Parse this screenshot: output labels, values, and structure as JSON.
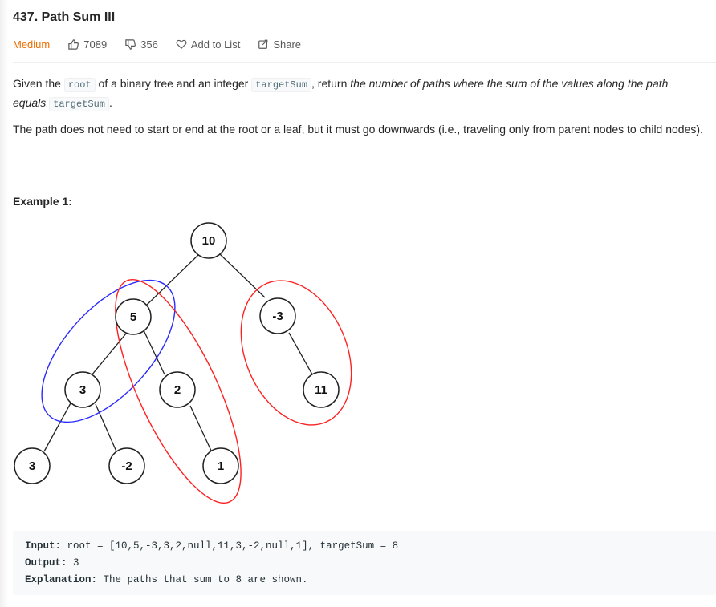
{
  "problem": {
    "title": "437. Path Sum III",
    "difficulty": "Medium",
    "likes": "7089",
    "dislikes": "356",
    "add_to_list": "Add to List",
    "share": "Share"
  },
  "description": {
    "p1_a": "Given the ",
    "p1_code1": "root",
    "p1_b": " of a binary tree and an integer ",
    "p1_code2": "targetSum",
    "p1_c": ", return ",
    "p1_em": "the number of paths where the sum of the values along the path equals",
    "p1_d": " ",
    "p1_code3": "targetSum",
    "p1_e": ".",
    "p2": "The path does not need to start or end at the root or a leaf, but it must go downwards (i.e., traveling only from parent nodes to child nodes)."
  },
  "example": {
    "title": "Example 1:",
    "input_label": "Input:",
    "input_value": " root = [10,5,-3,3,2,null,11,3,-2,null,1], targetSum = 8",
    "output_label": "Output:",
    "output_value": " 3",
    "explanation_label": "Explanation:",
    "explanation_value": " The paths that sum to 8 are shown."
  },
  "tree": {
    "nodes": [
      {
        "id": "n10",
        "label": "10"
      },
      {
        "id": "n5",
        "label": "5"
      },
      {
        "id": "nm3",
        "label": "-3"
      },
      {
        "id": "n3a",
        "label": "3"
      },
      {
        "id": "n2",
        "label": "2"
      },
      {
        "id": "n11",
        "label": "11"
      },
      {
        "id": "n3b",
        "label": "3"
      },
      {
        "id": "nm2",
        "label": "-2"
      },
      {
        "id": "n1",
        "label": "1"
      }
    ],
    "path_colors": {
      "red": "#ff2020",
      "blue": "#2a2aff"
    }
  },
  "colors": {
    "accent": "#ef6c00",
    "text": "#262626",
    "code_bg": "#f7f9fa"
  }
}
